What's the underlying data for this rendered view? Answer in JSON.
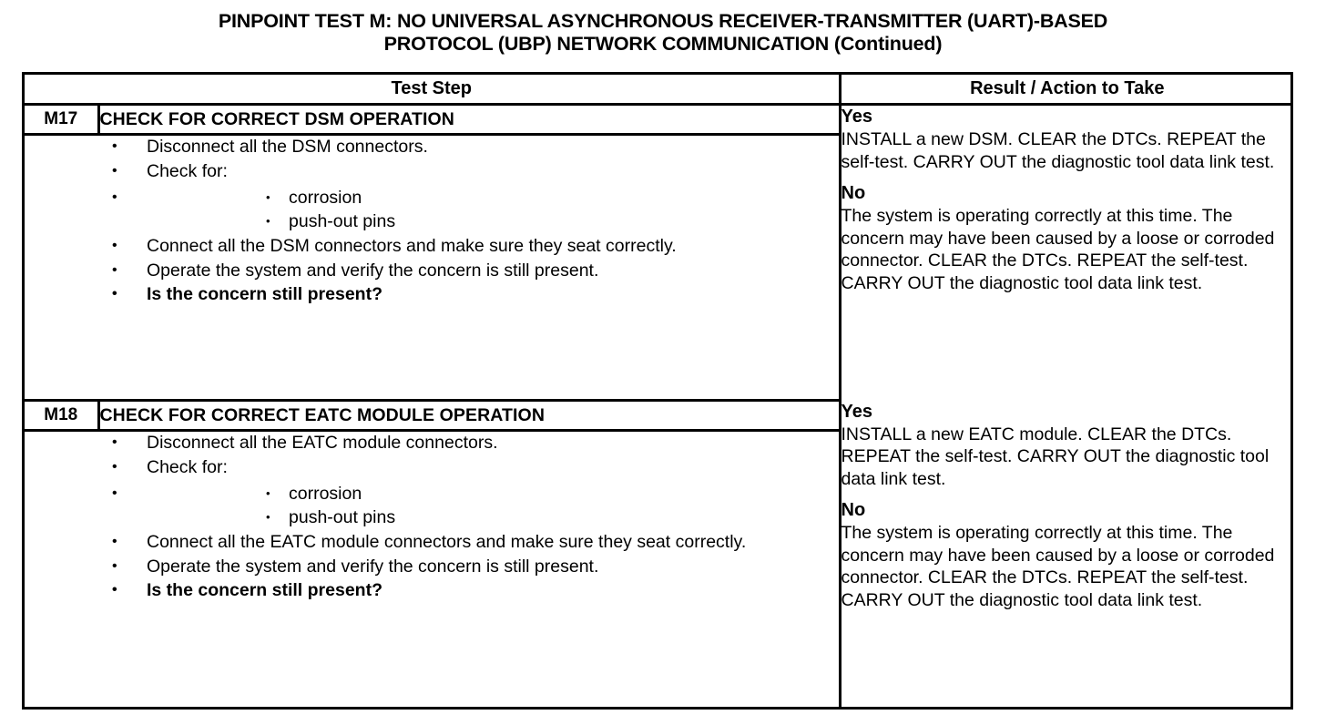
{
  "title": {
    "line1": "PINPOINT TEST  M: NO UNIVERSAL ASYNCHRONOUS RECEIVER-TRANSMITTER (UART)-BASED",
    "line2": "PROTOCOL (UBP) NETWORK COMMUNICATION (Continued)"
  },
  "table": {
    "headers": {
      "test_step": "Test Step",
      "result_action": "Result / Action to Take"
    },
    "sections": [
      {
        "number": "M17",
        "heading": "CHECK FOR CORRECT DSM OPERATION",
        "steps": [
          {
            "text": "Disconnect all the DSM connectors.",
            "bold": false
          },
          {
            "text": "Check for:",
            "bold": false
          },
          {
            "substeps": [
              "corrosion",
              "push-out pins"
            ]
          },
          {
            "text": "Connect all the DSM connectors and make sure they seat correctly.",
            "bold": false
          },
          {
            "text": "Operate the system and verify the concern is still present.",
            "bold": false
          },
          {
            "text": "Is the concern still present?",
            "bold": true
          }
        ],
        "results": [
          {
            "label": "Yes",
            "text": "INSTALL a new DSM. CLEAR the DTCs. REPEAT the self-test. CARRY OUT the diagnostic tool data link test."
          },
          {
            "label": "No",
            "text": "The system is operating correctly at this time. The concern may have been caused by a loose or corroded connector. CLEAR the DTCs. REPEAT the self-test. CARRY OUT the diagnostic tool data link test."
          }
        ]
      },
      {
        "number": "M18",
        "heading": "CHECK FOR CORRECT EATC MODULE OPERATION",
        "steps": [
          {
            "text": "Disconnect all the EATC module connectors.",
            "bold": false
          },
          {
            "text": "Check for:",
            "bold": false
          },
          {
            "substeps": [
              "corrosion",
              "push-out pins"
            ]
          },
          {
            "text": "Connect all the EATC module connectors and make sure they seat correctly.",
            "bold": false
          },
          {
            "text": "Operate the system and verify the concern is still present.",
            "bold": false
          },
          {
            "text": "Is the concern still present?",
            "bold": true
          }
        ],
        "results": [
          {
            "label": "Yes",
            "text": "INSTALL a new EATC module. CLEAR the DTCs. REPEAT the self-test. CARRY OUT the diagnostic tool data link test."
          },
          {
            "label": "No",
            "text": "The system is operating correctly at this time. The concern may have been caused by a loose or corroded connector. CLEAR the DTCs. REPEAT the self-test. CARRY OUT the diagnostic tool data link test."
          }
        ]
      }
    ]
  }
}
